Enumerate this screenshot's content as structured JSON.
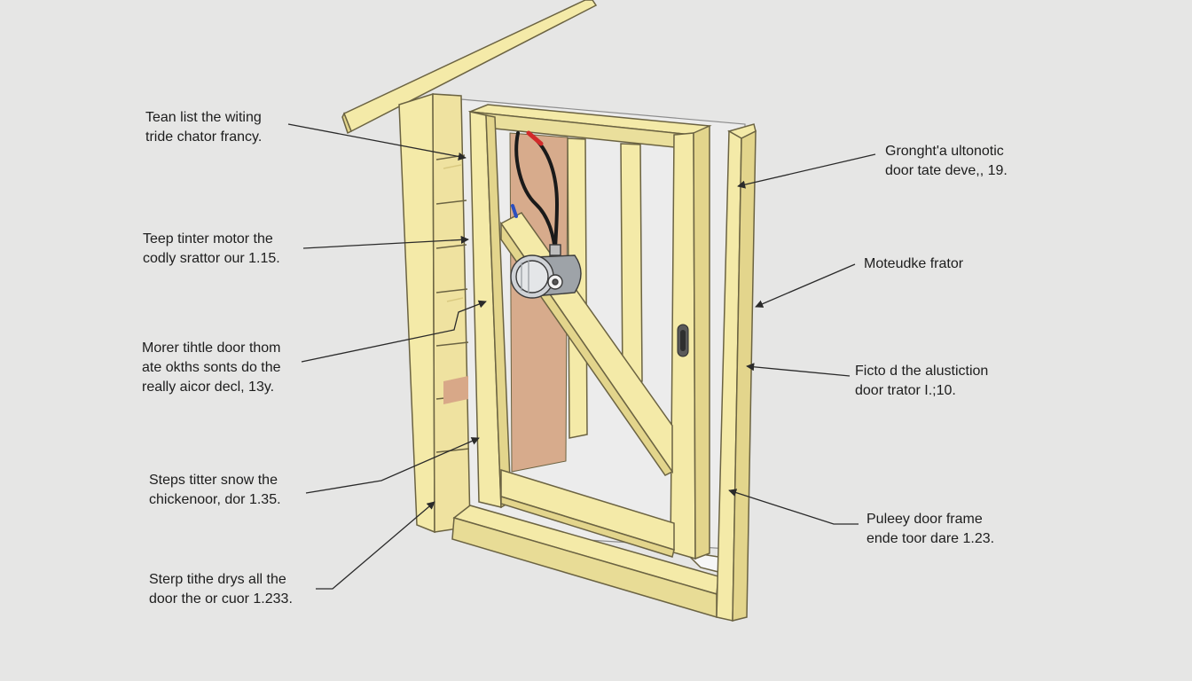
{
  "colors": {
    "background": "#e6e6e5",
    "wood": "#f4eaa8",
    "wood_shadow": "#e2d48a",
    "outline": "#6b6342",
    "plywood": "#d7ab8c",
    "motor_body": "#cfd2d6",
    "wire_black": "#1a1a1a",
    "wire_red": "#d22a2a",
    "wire_blue": "#2b4fbf",
    "leader": "#2a2a2a",
    "text": "#1d1d1d"
  },
  "illustration": {
    "subject": "chicken coop door frame with pulley motor",
    "icons": [
      "motor-icon",
      "door-handle-icon",
      "wire-bundle-icon"
    ]
  },
  "callouts": {
    "left": [
      {
        "line1": "Tean list the witing",
        "line2": "tride chator francy."
      },
      {
        "line1": "Teep tinter motor the",
        "line2": "codly srattor our 1.15."
      },
      {
        "line1": "Morer tihtle door thom",
        "line2": "ate okths sonts do the",
        "line3": "really aicor decl, 13y."
      },
      {
        "line1": "Steps titter snow the",
        "line2": "chickenoor, dor 1.35."
      },
      {
        "line1": "Sterp tithe drys all the",
        "line2": "door  the or cuor 1.233."
      }
    ],
    "right": [
      {
        "line1": "Gronght'a ultonotic",
        "line2": "door tate deve,, 19."
      },
      {
        "line1": "Moteudke frator"
      },
      {
        "line1": "Ficto d the alustiction",
        "line2": "door trator I.;10."
      },
      {
        "line1": "Puleey door frame",
        "line2": "ende toor dare 1.23."
      }
    ]
  }
}
